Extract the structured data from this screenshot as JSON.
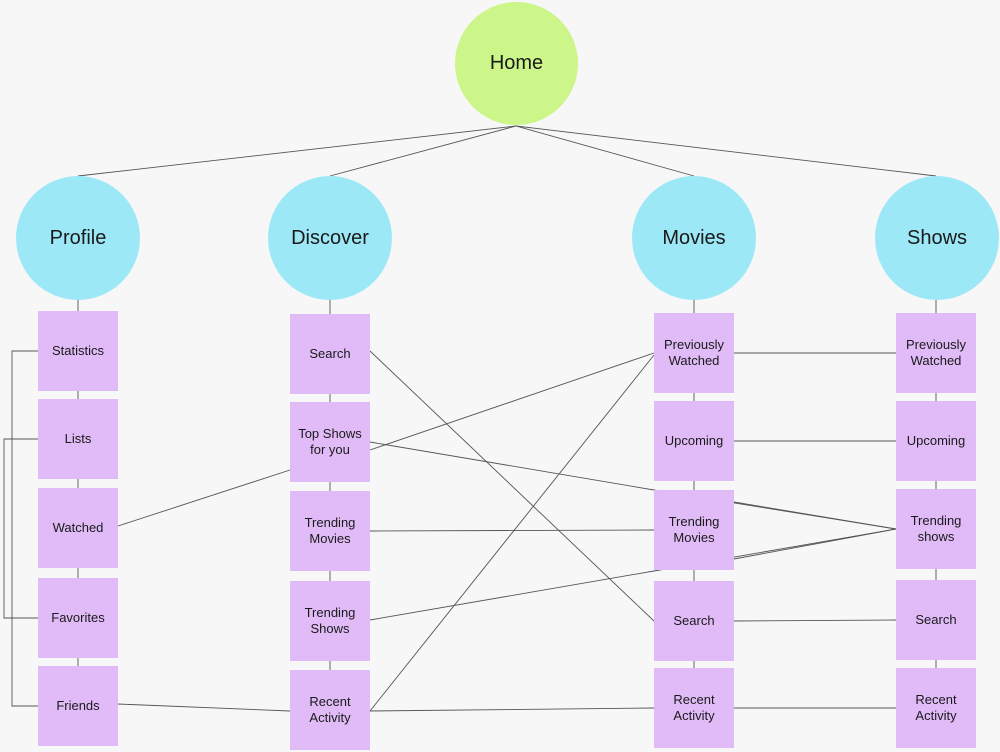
{
  "colors": {
    "home_circle": "#ccf58a",
    "section_circle": "#9de8f7",
    "page_box": "#e0bbf7",
    "line": "#555555"
  },
  "home": {
    "label": "Home"
  },
  "sections": [
    {
      "label": "Profile",
      "pages": [
        "Statistics",
        "Lists",
        "Watched",
        "Favorites",
        "Friends"
      ]
    },
    {
      "label": "Discover",
      "pages": [
        "Search",
        "Top Shows\nfor you",
        "Trending\nMovies",
        "Trending\nShows",
        "Recent\nActivity"
      ]
    },
    {
      "label": "Movies",
      "pages": [
        "Previously\nWatched",
        "Upcoming",
        "Trending\nMovies",
        "Search",
        "Recent\nActivity"
      ]
    },
    {
      "label": "Shows",
      "pages": [
        "Previously\nWatched",
        "Upcoming",
        "Trending\nshows",
        "Search",
        "Recent\nActivity"
      ]
    }
  ]
}
